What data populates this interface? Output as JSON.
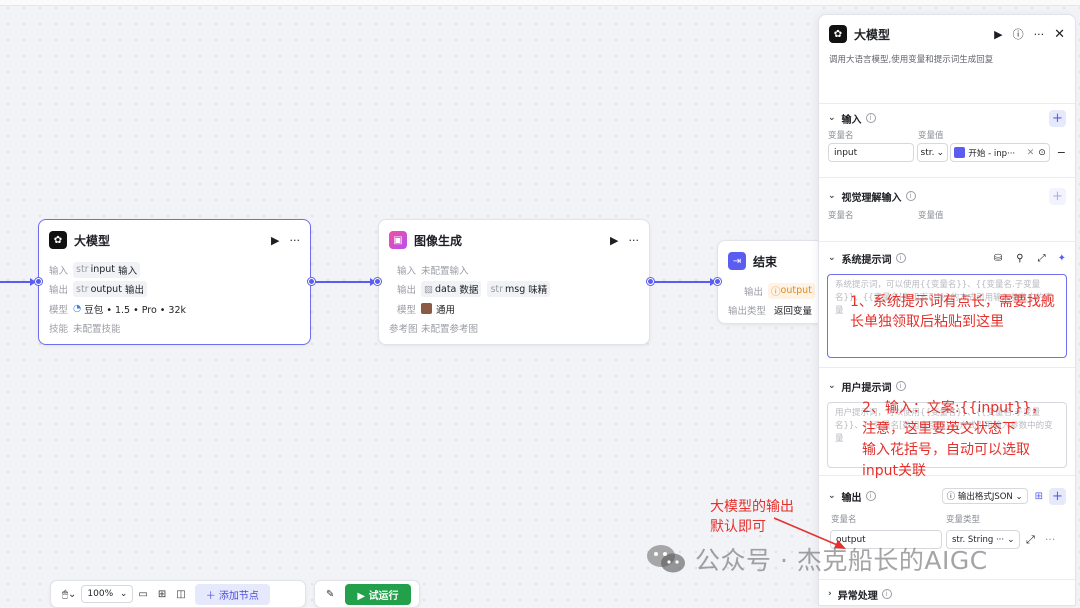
{
  "nodes": {
    "llm": {
      "title": "大模型",
      "rows": {
        "input_label": "输入",
        "input_type": "str",
        "input_name": "input",
        "input_desc": "输入",
        "output_label": "输出",
        "output_type": "str",
        "output_name": "output",
        "output_desc": "输出",
        "model_label": "模型",
        "model_value": "豆包 • 1.5 • Pro • 32k",
        "skill_label": "技能",
        "skill_value": "未配置技能"
      }
    },
    "image": {
      "title": "图像生成",
      "rows": {
        "input_label": "输入",
        "input_value": "未配置输入",
        "output_label": "输出",
        "out1_name": "data",
        "out1_desc": "数据",
        "out2_type": "str",
        "out2_name": "msg",
        "out2_desc": "味精",
        "model_label": "模型",
        "model_value": "通用",
        "ref_label": "参考图",
        "ref_value": "未配置参考图"
      }
    },
    "end": {
      "title": "结束",
      "rows": {
        "output_label": "输出",
        "output_value": "output",
        "type_label": "输出类型",
        "type_value": "返回变量"
      }
    }
  },
  "panel": {
    "title": "大模型",
    "description": "调用大语言模型,使用变量和提示词生成回复",
    "input": {
      "title": "输入",
      "col_name": "变量名",
      "col_value": "变量值",
      "name_value": "input",
      "type_value": "str.",
      "ref_value": "开始 - inp···"
    },
    "vision": {
      "title": "视觉理解输入",
      "col_name": "变量名",
      "col_value": "变量值"
    },
    "system_prompt": {
      "title": "系统提示词",
      "placeholder": "系统提示词，可以使用{{变量名}}、{{变量名.子变量名}}、{{变量名[数组索引]}}的方式引用输入参数中的变量"
    },
    "user_prompt": {
      "title": "用户提示词",
      "placeholder": "用户提示词，可以使用{{变量名}}、{{变量名.子变量名}}、{{变量名[数组索引]}}的方式引用输入参数中的变量"
    },
    "output": {
      "title": "输出",
      "format_label": "输出格式JSON",
      "col_name": "变量名",
      "col_type": "变量类型",
      "name_value": "output",
      "type_value": "str. String ···"
    },
    "exception": {
      "title": "异常处理"
    }
  },
  "annotations": {
    "a1_line1": "1、系统提示词有点长，需要找舰",
    "a1_line2": "长单独领取后粘贴到这里",
    "a2_line1": "2、输入：文案:{{input}}，",
    "a2_line2": "注意，这里要英文状态下",
    "a2_line3": "输入花括号，自动可以选取",
    "a2_line4": "input关联",
    "a3_line1": "大模型的输出",
    "a3_line2": "默认即可"
  },
  "toolbar": {
    "zoom": "100%",
    "add_node": "添加节点",
    "run": "试运行"
  },
  "watermark": "公众号 · 杰克船长的AIGC",
  "colors": {
    "accent": "#5a5df0",
    "annotation": "#e5302b",
    "run": "#22a14a"
  }
}
